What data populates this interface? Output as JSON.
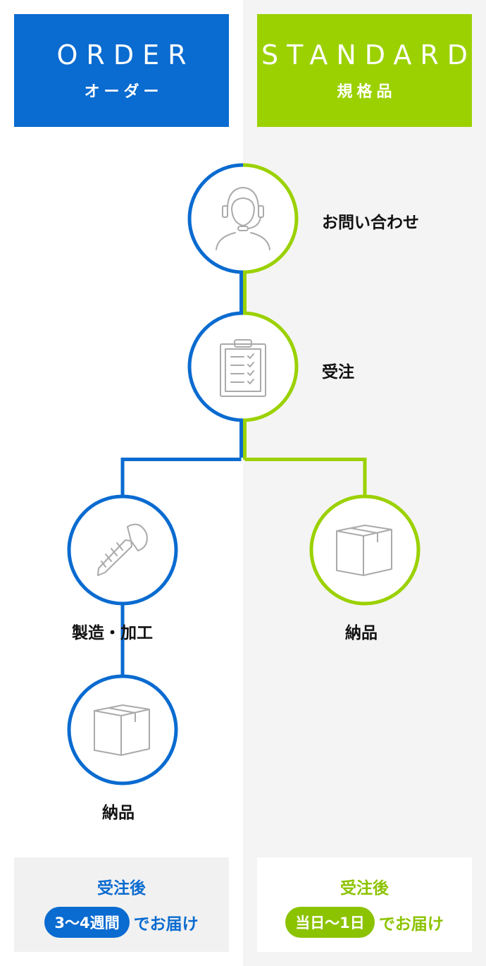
{
  "columns": {
    "order": {
      "title": "ORDER",
      "subtitle": "オーダー",
      "color": "#0a6bd0"
    },
    "standard": {
      "title": "STANDARD",
      "subtitle": "規格品",
      "color": "#9bd100"
    }
  },
  "steps": {
    "inquiry": {
      "label": "お問い合わせ",
      "icon": "operator-headset-icon"
    },
    "order_received": {
      "label": "受注",
      "icon": "clipboard-checklist-icon"
    },
    "manufacturing": {
      "label": "製造・加工",
      "icon": "screw-icon"
    },
    "order_delivery": {
      "label": "納品",
      "icon": "box-icon"
    },
    "standard_delivery": {
      "label": "納品",
      "icon": "box-icon"
    }
  },
  "footer": {
    "order": {
      "heading": "受注後",
      "lead_time": "3〜4週間",
      "suffix": "でお届け"
    },
    "standard": {
      "heading": "受注後",
      "lead_time": "当日〜1日",
      "suffix": "でお届け"
    }
  }
}
